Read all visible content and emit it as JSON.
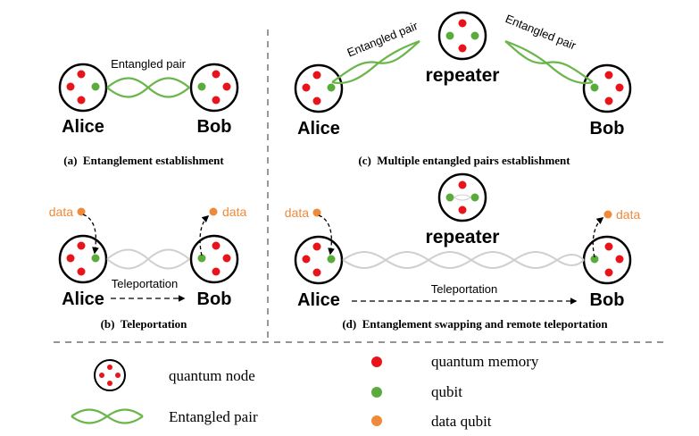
{
  "panels": {
    "a": {
      "entangled_label": "Entangled pair",
      "left_name": "Alice",
      "right_name": "Bob",
      "caption": "(a)  Entanglement establishment"
    },
    "b": {
      "data_left": "data",
      "data_right": "data",
      "teleport_label": "Teleportation",
      "left_name": "Alice",
      "right_name": "Bob",
      "caption": "(b)  Teleportation"
    },
    "c": {
      "entangled_left_label": "Entangled pair",
      "entangled_right_label": "Entangled pair",
      "repeater_label": "repeater",
      "left_name": "Alice",
      "right_name": "Bob",
      "caption": "(c)  Multiple entangled pairs establishment"
    },
    "d": {
      "data_left": "data",
      "data_right": "data",
      "repeater_label": "repeater",
      "teleport_label": "Teleportation",
      "left_name": "Alice",
      "right_name": "Bob",
      "caption": "(d)  Entanglement swapping and remote teleportation"
    }
  },
  "legend": {
    "quantum_node": "quantum node",
    "entangled_pair": "Entangled pair",
    "quantum_memory": "quantum memory",
    "qubit": "qubit",
    "data_qubit": "data qubit"
  },
  "colors": {
    "memory": "#e8141c",
    "qubit": "#5bab3c",
    "data": "#ee8a3a",
    "link_green": "#6ab64a",
    "link_gray": "#cfcfcf",
    "stroke": "#000000"
  }
}
